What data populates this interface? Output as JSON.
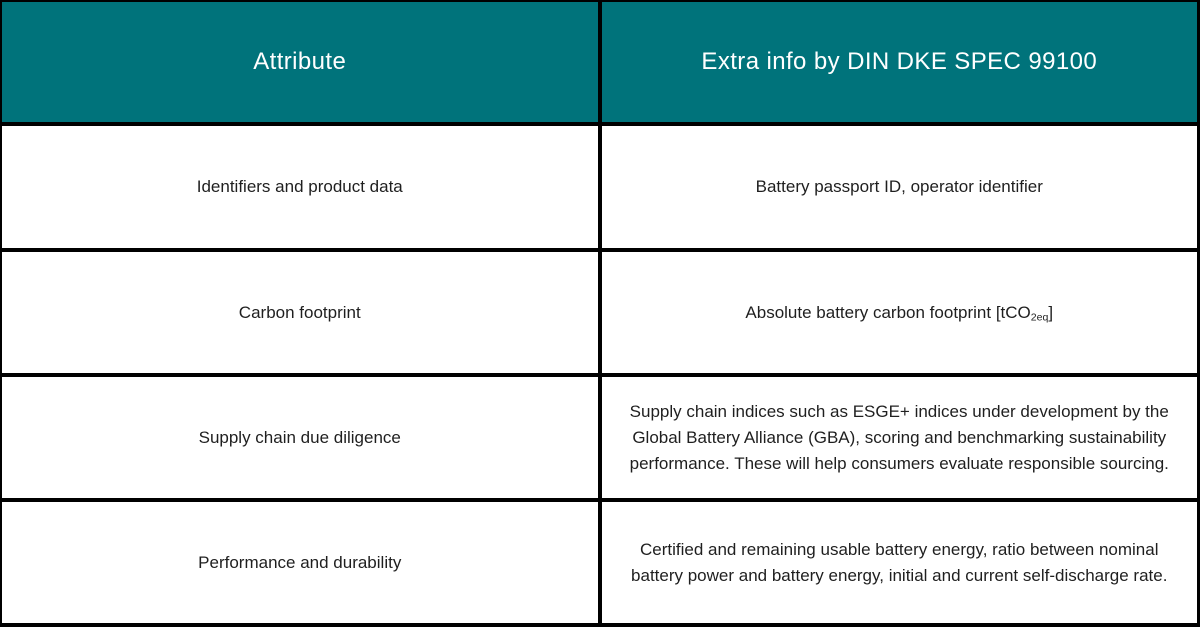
{
  "colors": {
    "header_bg": "#00737B",
    "header_text": "#FFFFFF",
    "body_bg": "#FFFFFF",
    "body_text": "#1F1F1F",
    "border": "#000000"
  },
  "table": {
    "columns": [
      "Attribute",
      "Extra info by DIN DKE SPEC 99100"
    ],
    "rows": [
      {
        "attribute": "Identifiers and product data",
        "extra_info": "Battery passport ID, operator identifier"
      },
      {
        "attribute": "Carbon footprint",
        "extra_info_prefix": "Absolute battery carbon footprint [tCO",
        "extra_info_subscript": "2eq",
        "extra_info_suffix": "]"
      },
      {
        "attribute": "Supply chain due diligence",
        "extra_info": "Supply chain indices such as ESGE+ indices under development by the Global Battery Alliance (GBA), scoring and benchmarking sustainability performance. These will help consumers evaluate responsible sourcing."
      },
      {
        "attribute": "Performance and durability",
        "extra_info": "Certified and remaining usable battery energy, ratio between nominal battery power and battery energy, initial and current self-discharge rate."
      }
    ]
  }
}
